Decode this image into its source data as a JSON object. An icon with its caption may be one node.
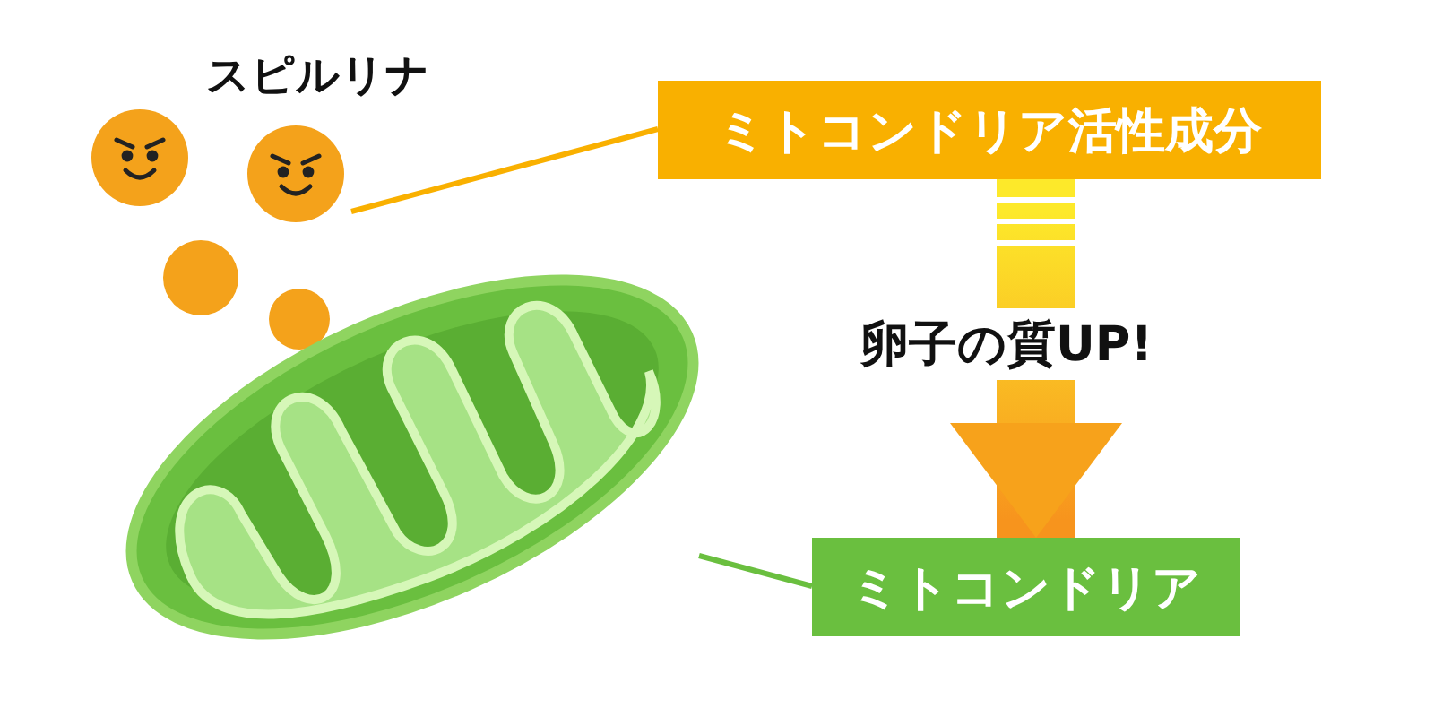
{
  "diagram": {
    "nodes": [
      {
        "text": [
          "ミトコンドリア活性成分"
        ]
      },
      {
        "text": [],
        "shape": "picture"
      },
      {
        "text": [
          "ミトコンドリア"
        ]
      },
      {
        "text": [],
        "shape": "picture"
      }
    ],
    "edges": [
      {
        "from": 0,
        "to": 1,
        "arrow": "none",
        "color": "#f9b000"
      },
      {
        "from": 3,
        "to": 2,
        "arrow": "none",
        "color": "#6abf3f"
      },
      {
        "from": 0,
        "to": 2,
        "arrow": "to",
        "label": "卵子の質UP!",
        "style": "thick",
        "color": "#f7a21b"
      }
    ],
    "labels": [
      "スピルリナ"
    ]
  }
}
